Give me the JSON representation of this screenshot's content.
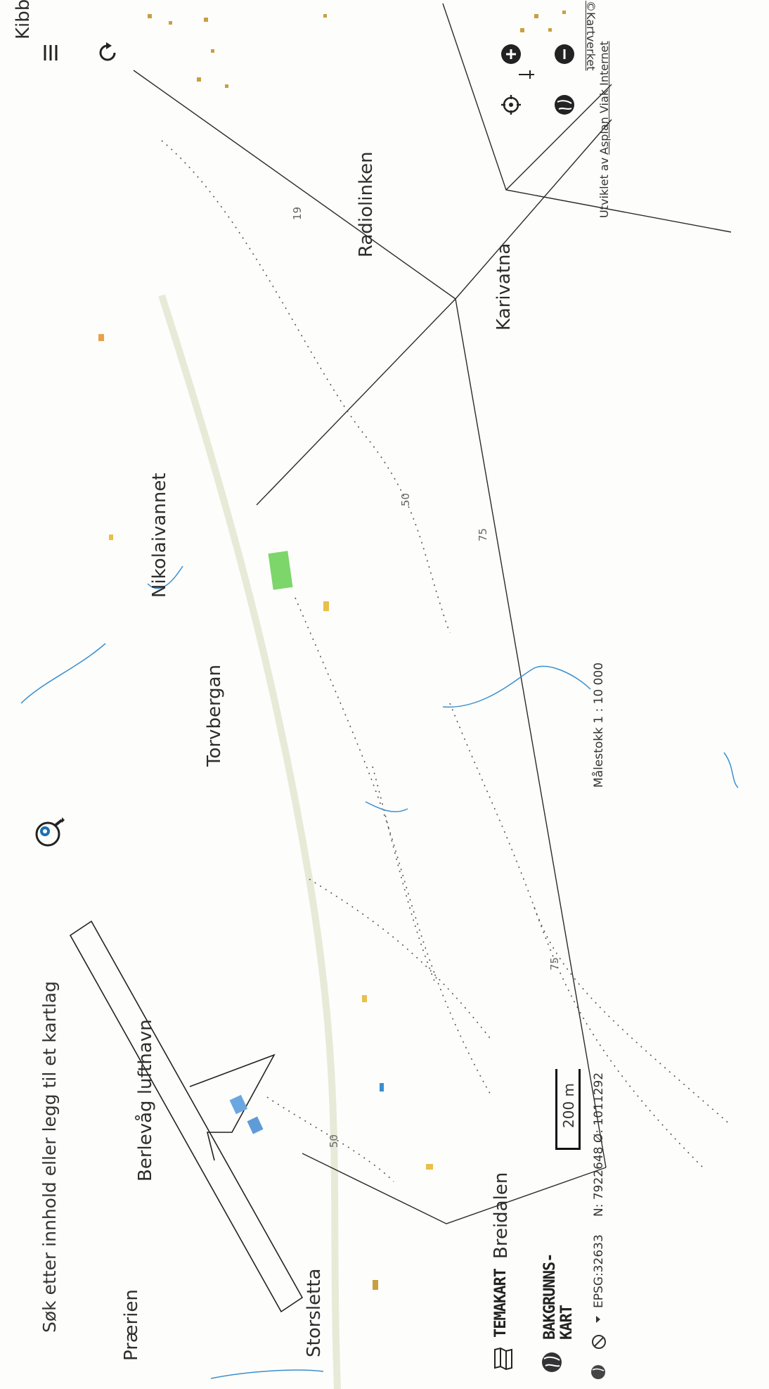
{
  "search": {
    "placeholder": "Søk etter innhold eller legg til et kartlag"
  },
  "places": {
    "praerien": "Prærien",
    "storsletta": "Storsletta",
    "berlevag": "Berlevåg lufthavn",
    "breidalen": "Breidalen",
    "torvbergan": "Torvbergan",
    "nikolaivannet": "Nikolaivannet",
    "radiolinken": "Radiolinken",
    "karivatna": "Karivatna",
    "kibberg": "Kibb",
    "num_19": "19"
  },
  "contours": {
    "c50a": "50",
    "c75a": "75",
    "c50b": "50",
    "c75b": "75"
  },
  "scale_bar": {
    "label": "200 m"
  },
  "tabs": {
    "temakart": "TEMAKART",
    "bakgrunnskart_1": "BAKGRUNNS-",
    "bakgrunnskart_2": "KART"
  },
  "status_bar": {
    "epsg": "EPSG:32633",
    "coords": "N: 7922648 Ø: 1011292",
    "scale": "Målestokk 1 : 10 000",
    "attribution_prefix": "Utviklet av",
    "attribution_link": "Asplan Viak Internet",
    "kartverket": "©Kartverket"
  },
  "icons": {
    "menu": "menu-icon",
    "refresh": "refresh-icon",
    "zoom_in": "zoom-in-icon",
    "zoom_out": "zoom-out-icon",
    "locate": "locate-icon",
    "globe": "globe-icon",
    "search_tool": "search-settings-icon"
  },
  "colors": {
    "accent": "#1a6fb3",
    "water": "#3a8fcf",
    "green": "#7cd66a",
    "marker": "#e8c04a"
  }
}
